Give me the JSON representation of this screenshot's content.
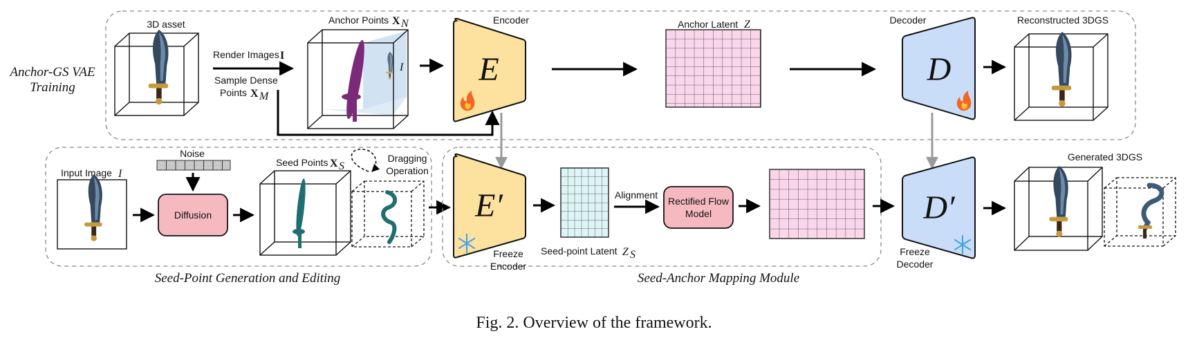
{
  "top_row": {
    "section_title_line1": "Anchor-GS VAE",
    "section_title_line2": "Training",
    "asset_label": "3D asset",
    "render_label": "Render Images",
    "render_symbol": "I",
    "sample_label_line1": "Sample Dense",
    "sample_label_line2": "Points",
    "sample_symbol": "X",
    "sample_subscript": "M",
    "anchor_points_label": "Anchor Points",
    "anchor_symbol": "X",
    "anchor_subscript": "N",
    "view_symbol": "I",
    "encoder_label": "Encoder",
    "encoder_symbol": "E",
    "latent_label": "Anchor Latent",
    "latent_symbol": "Z",
    "decoder_label": "Decoder",
    "decoder_symbol": "D",
    "recon_label": "Reconstructed 3DGS"
  },
  "bottom_left": {
    "section_title": "Seed-Point Generation and Editing",
    "input_label": "Input Image",
    "input_symbol": "I",
    "noise_label": "Noise",
    "diffusion_label": "Diffusion",
    "seed_label": "Seed Points",
    "seed_symbol": "X",
    "seed_subscript": "S",
    "drag_label_line1": "Dragging",
    "drag_label_line2": "Operation"
  },
  "bottom_right": {
    "section_title": "Seed-Anchor Mapping Module",
    "frozen_encoder_symbol": "E′",
    "freeze_encoder_line1": "Freeze",
    "freeze_encoder_line2": "Encoder",
    "seed_latent_label": "Seed-point Latent",
    "seed_latent_symbol": "Z",
    "seed_latent_subscript": "S",
    "alignment_label": "Alignment",
    "flow_label_line1": "Rectified Flow",
    "flow_label_line2": "Model",
    "frozen_decoder_symbol": "D′",
    "freeze_decoder_line1": "Freeze",
    "freeze_decoder_line2": "Decoder",
    "generated_label": "Generated 3DGS"
  },
  "caption": "Fig. 2.  Overview of the framework.",
  "colors": {
    "encoder_fill": "#FCE29E",
    "decoder_fill": "#C9DDF8",
    "latent_pink": "#F9D6EA",
    "latent_cyan": "#DDF5F7",
    "diffusion_fill": "#F6B9C0",
    "noise_fill": "#C8C8C8",
    "anchor_points": "#7A2A78",
    "seed_points": "#1F6E70"
  },
  "icons": {
    "trainable": "fire-icon",
    "frozen": "snowflake-icon"
  }
}
